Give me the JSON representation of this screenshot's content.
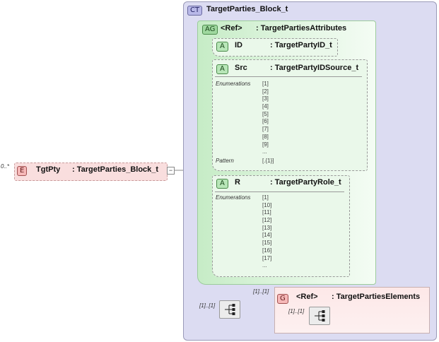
{
  "element": {
    "badge": "E",
    "name": "TgtPty",
    "type": ": TargetParties_Block_t",
    "cardinality": "0..*",
    "collapse_symbol": "−"
  },
  "complex_type": {
    "badge": "CT",
    "name": "TargetParties_Block_t"
  },
  "attribute_group": {
    "badge": "AG",
    "ref": "<Ref>",
    "type": ": TargetPartiesAttributes"
  },
  "attributes": [
    {
      "badge": "A",
      "name": "ID",
      "type": ": TargetPartyID_t"
    },
    {
      "badge": "A",
      "name": "Src",
      "type": ": TargetPartyIDSource_t",
      "enum_label": "Enumerations",
      "enumerations": [
        "[1]",
        "[2]",
        "[3]",
        "[4]",
        "[5]",
        "[6]",
        "[7]",
        "[8]",
        "[9]",
        "..."
      ],
      "pattern_label": "Pattern",
      "pattern": "[.{1}]"
    },
    {
      "badge": "A",
      "name": "R",
      "type": ": TargetPartyRole_t",
      "enum_label": "Enumerations",
      "enumerations": [
        "[1]",
        "[10]",
        "[11]",
        "[12]",
        "[13]",
        "[14]",
        "[15]",
        "[16]",
        "[17]",
        "..."
      ]
    }
  ],
  "sequence": {
    "cardinality": "[1]..[1]"
  },
  "group": {
    "badge": "G",
    "ref": "<Ref>",
    "type": ": TargetPartiesElements",
    "cardinality": "[1]..[1]",
    "inner_cardinality": "[1]..[1]"
  },
  "colors": {
    "complex_type_bg": "#dcdcf2",
    "attribute_group_bg": "#c6ecc6",
    "element_bg": "#f9dede",
    "group_bg": "#fde8e8"
  }
}
